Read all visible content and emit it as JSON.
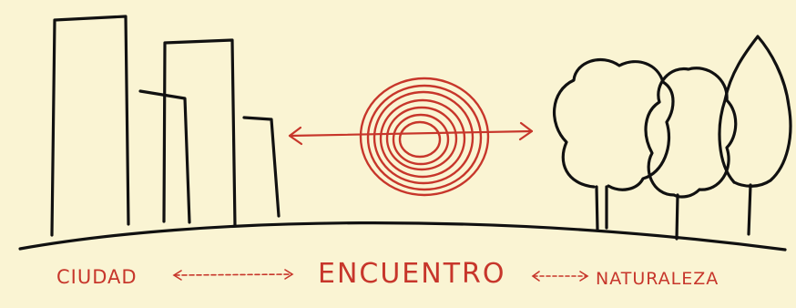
{
  "labels": {
    "city": "CIUDAD",
    "encounter": "ENCUENTRO",
    "nature": "NATURALEZA"
  },
  "colors": {
    "background": "#faf4d3",
    "ink": "#111111",
    "accent": "#c7362b"
  }
}
